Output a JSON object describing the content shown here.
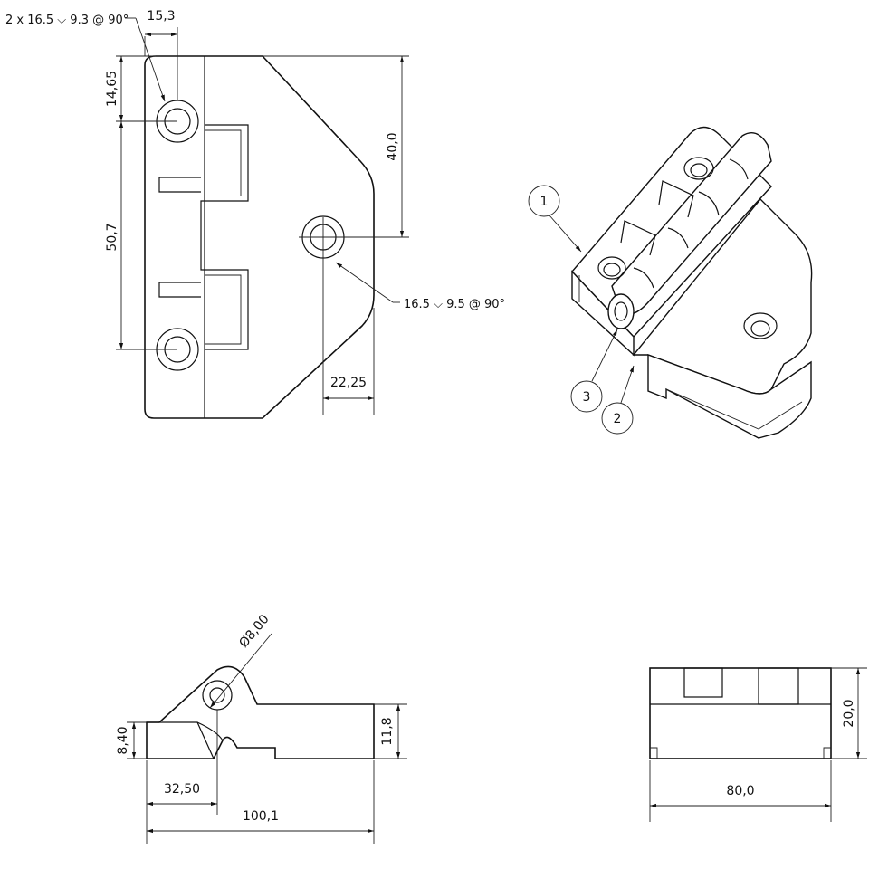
{
  "drawing": {
    "top_view": {
      "dim_hole_pitch_top": "15,3",
      "dim_left_upper": "14,65",
      "dim_left_span": "50,7",
      "dim_right_height": "40,0",
      "dim_bottom_offset": "22,25",
      "note_pair_holes": "2 x 16.5 ⌵ 9.3 @ 90°",
      "note_single_hole": "16.5 ⌵ 9.5 @ 90°"
    },
    "iso_view": {
      "balloons": [
        "1",
        "2",
        "3"
      ]
    },
    "side_view": {
      "dim_diameter": "Ø8,00",
      "dim_left_height": "8,40",
      "dim_right_height": "11,8",
      "dim_knuckle_offset": "32,50",
      "dim_total_length": "100,1"
    },
    "end_view": {
      "dim_height": "20,0",
      "dim_width": "80,0"
    }
  }
}
